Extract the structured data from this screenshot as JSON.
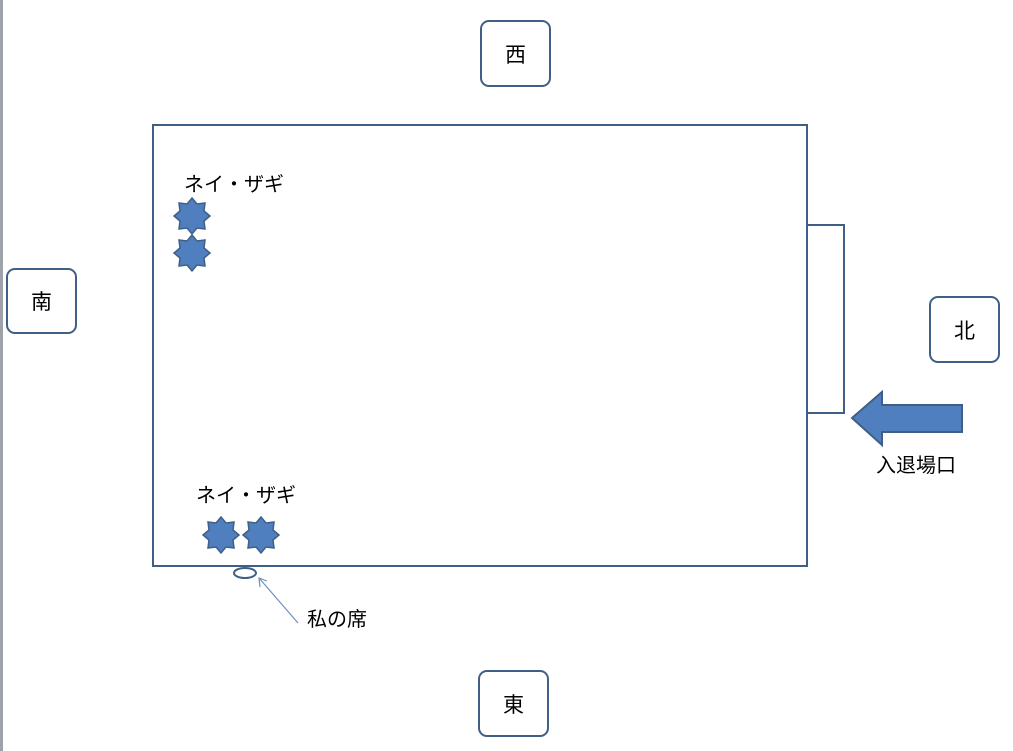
{
  "directions": {
    "west": "西",
    "south": "南",
    "north": "北",
    "east": "東"
  },
  "labels": {
    "group_top": "ネイ・ザギ",
    "group_bottom": "ネイ・ザギ",
    "entrance": "入退場口",
    "my_seat": "私の席"
  },
  "colors": {
    "outline": "#3f5f86",
    "star_fill": "#4f7fbf",
    "arrow_fill": "#4f7fbf"
  }
}
